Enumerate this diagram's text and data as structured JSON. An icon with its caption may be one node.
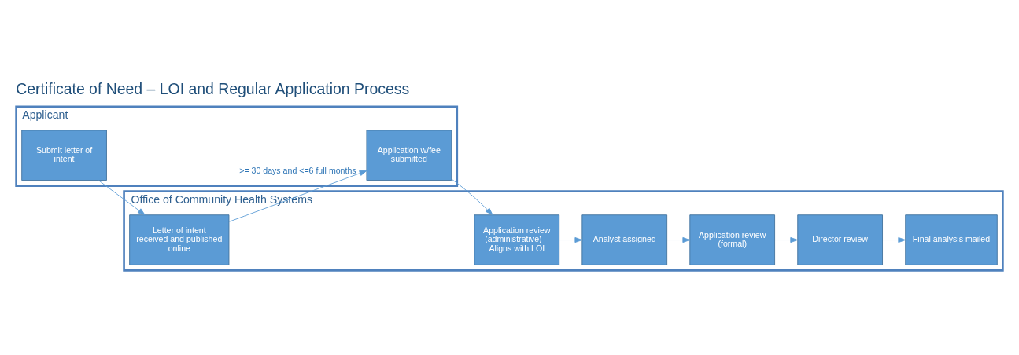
{
  "diagram": {
    "title": "Certificate of Need – LOI and Regular Application Process",
    "nodes": [
      {
        "text": [
          "Applicant"
        ]
      },
      {
        "text": [
          "Office of Community Health Systems"
        ]
      },
      {
        "text": [
          "Submit letter of intent"
        ],
        "in": 0
      },
      {
        "text": [
          "Application w/fee submitted"
        ],
        "in": 0
      },
      {
        "text": [
          "Letter of intent received and published online"
        ],
        "in": 1
      },
      {
        "text": [
          "Application review (administrative) – Aligns with LOI"
        ],
        "in": 1
      },
      {
        "text": [
          "Analyst assigned"
        ],
        "in": 1
      },
      {
        "text": [
          "Application review (formal)"
        ],
        "in": 1
      },
      {
        "text": [
          "Director review"
        ],
        "in": 1
      },
      {
        "text": [
          "Final analysis mailed"
        ],
        "in": 1
      }
    ],
    "edges": [
      {
        "from": 2,
        "to": 4,
        "arrow": "to"
      },
      {
        "from": 4,
        "to": 3,
        "arrow": "to",
        "label": ">= 30 days and <=6 full months"
      },
      {
        "from": 3,
        "to": 5,
        "arrow": "to"
      },
      {
        "from": 5,
        "to": 6,
        "arrow": "to"
      },
      {
        "from": 6,
        "to": 7,
        "arrow": "to"
      },
      {
        "from": 7,
        "to": 8,
        "arrow": "to"
      },
      {
        "from": 8,
        "to": 9,
        "arrow": "to"
      }
    ]
  }
}
